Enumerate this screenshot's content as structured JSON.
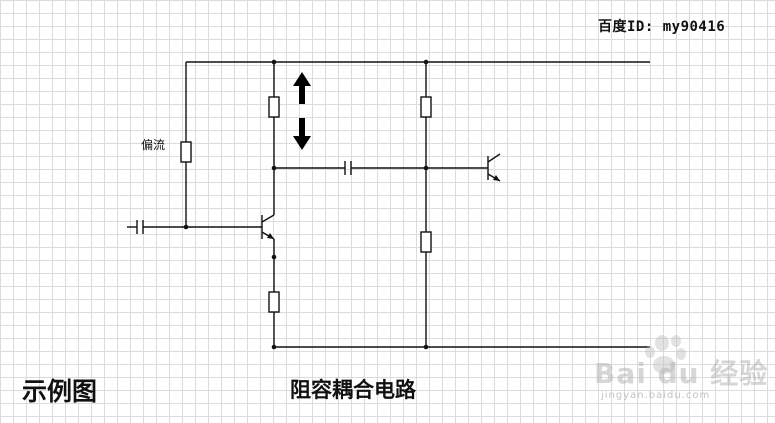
{
  "header": {
    "credit": "百度ID: my90416"
  },
  "labels": {
    "bias": "偏流"
  },
  "footer": {
    "example": "示例图",
    "title": "阻容耦合电路"
  },
  "watermark": {
    "brand": "Bai du 经验",
    "url": "jingyan.baidu.com"
  },
  "colors": {
    "wire": "#111111",
    "grid": "#dcdcdc",
    "background": "#ffffff"
  },
  "icons": {
    "up": "arrow-up-icon",
    "down": "arrow-down-icon"
  }
}
